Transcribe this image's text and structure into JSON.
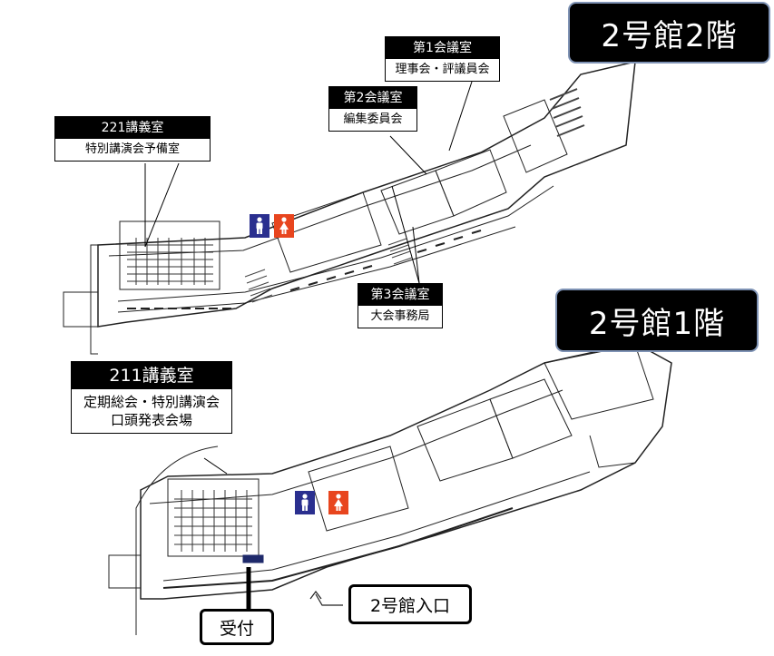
{
  "floors": {
    "floor2": {
      "title": "2号館2階",
      "rooms": {
        "room221": {
          "name": "221講義室",
          "use": "特別講演会予備室"
        },
        "meeting1": {
          "name": "第1会議室",
          "use": "理事会・評議員会"
        },
        "meeting2": {
          "name": "第2会議室",
          "use": "編集委員会"
        },
        "meeting3": {
          "name": "第3会議室",
          "use": "大会事務局"
        }
      }
    },
    "floor1": {
      "title": "2号館1階",
      "rooms": {
        "room211": {
          "name": "211講義室",
          "use_line1": "定期総会・特別講演会",
          "use_line2": "口頭発表会場"
        }
      },
      "reception": "受付",
      "entrance": "2号館入口"
    }
  },
  "icons": [
    "male-restroom-icon",
    "female-restroom-icon"
  ],
  "colors": {
    "male_restroom": "#2a2f8f",
    "female_restroom": "#e8451e",
    "badge_bg": "#000000",
    "badge_border": "#7f93b5"
  }
}
